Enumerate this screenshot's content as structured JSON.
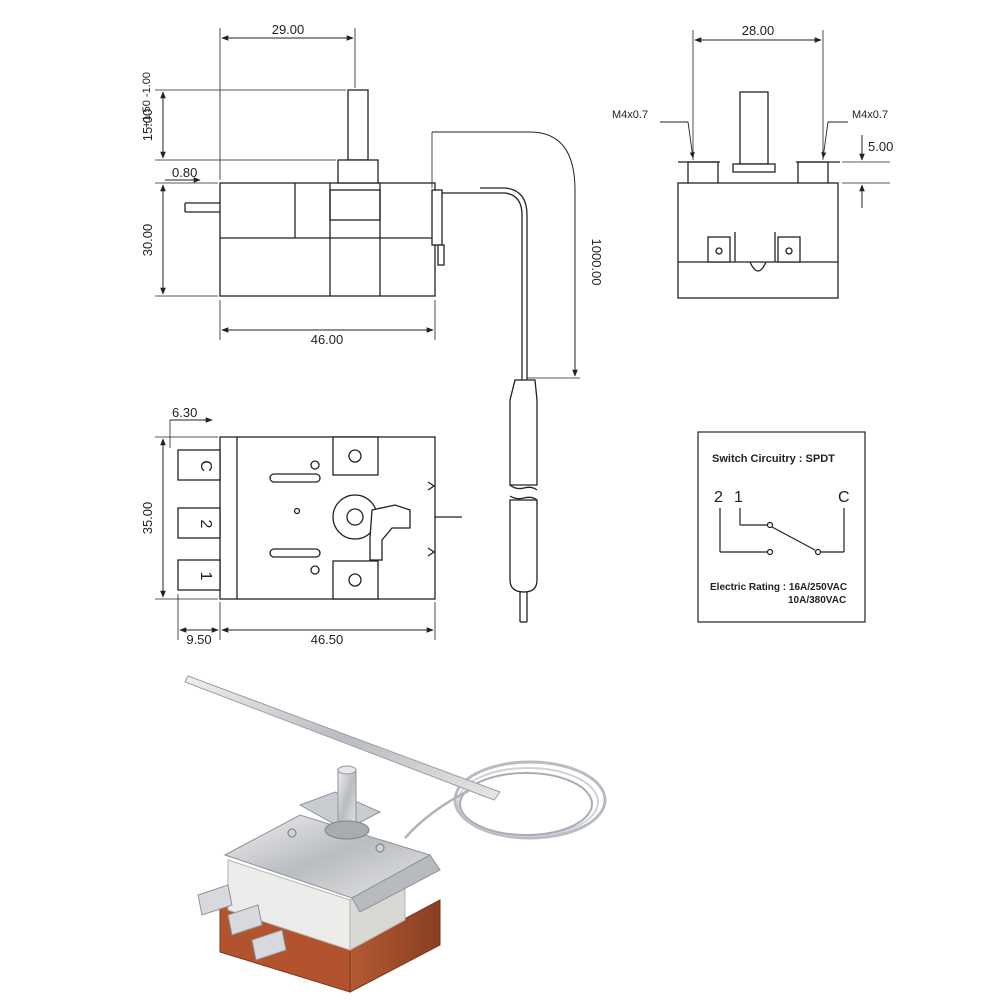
{
  "side_view": {
    "dim_top": "29.00",
    "dim_shaft": "15.00",
    "dim_tolerance": "+1.50 -1.00",
    "dim_pin": "0.80",
    "dim_height": "30.00",
    "dim_length": "46.00",
    "dim_capillary": "1000.00"
  },
  "front_view": {
    "dim_width": "28.00",
    "thread_left": "M4x0.7",
    "thread_right": "M4x0.7",
    "dim_bracket": "5.00"
  },
  "bottom_view": {
    "dim_terminal": "6.30",
    "dim_height": "35.00",
    "dim_terminal_len": "9.50",
    "dim_body_len": "46.50",
    "terminal_c": "C",
    "terminal_2": "2",
    "terminal_1": "1"
  },
  "circuit_box": {
    "title": "Switch Circuitry : SPDT",
    "label_2": "2",
    "label_1": "1",
    "label_c": "C",
    "rating_label": "Electric Rating : 16A/250VAC",
    "rating_line2": "10A/380VAC"
  }
}
